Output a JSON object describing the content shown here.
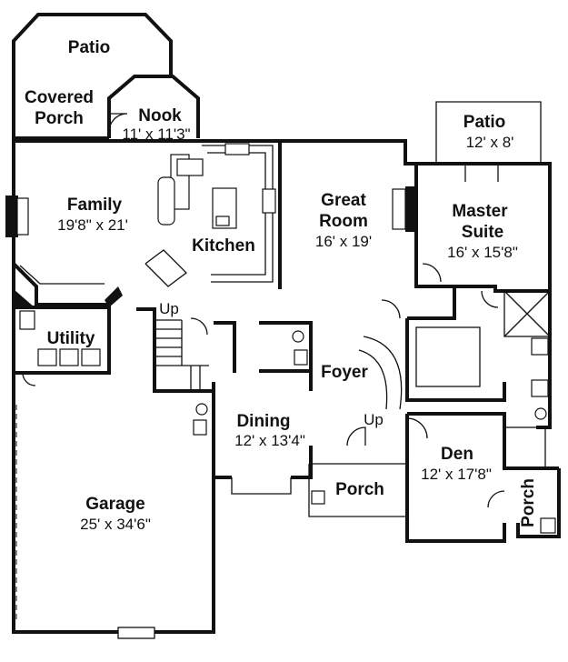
{
  "rooms": [
    {
      "id": "patio-left",
      "name": "Patio",
      "dim": ""
    },
    {
      "id": "covered-porch",
      "name": "Covered Porch",
      "lines": [
        "Covered",
        "Porch"
      ],
      "dim": ""
    },
    {
      "id": "nook",
      "name": "Nook",
      "dim": "11' x 11'3\""
    },
    {
      "id": "family",
      "name": "Family",
      "dim": "19'8\" x 21'"
    },
    {
      "id": "kitchen",
      "name": "Kitchen",
      "dim": ""
    },
    {
      "id": "great-room",
      "name": "Great Room",
      "lines": [
        "Great",
        "Room"
      ],
      "dim": "16' x 19'"
    },
    {
      "id": "patio-master",
      "name": "Patio",
      "dim": "12' x 8'"
    },
    {
      "id": "master-suite",
      "name": "Master Suite",
      "lines": [
        "Master",
        "Suite"
      ],
      "dim": "16' x 15'8\""
    },
    {
      "id": "utility",
      "name": "Utility",
      "dim": ""
    },
    {
      "id": "foyer",
      "name": "Foyer",
      "dim": ""
    },
    {
      "id": "dining",
      "name": "Dining",
      "dim": "12' x 13'4\""
    },
    {
      "id": "den",
      "name": "Den",
      "dim": "12' x 17'8\""
    },
    {
      "id": "porch-front",
      "name": "Porch",
      "dim": ""
    },
    {
      "id": "porch-side",
      "name": "Porch",
      "dim": ""
    },
    {
      "id": "garage",
      "name": "Garage",
      "dim": "25' x 34'6\""
    }
  ],
  "stairs_labels": {
    "back_stair": "Up",
    "front_stair": "Up"
  }
}
